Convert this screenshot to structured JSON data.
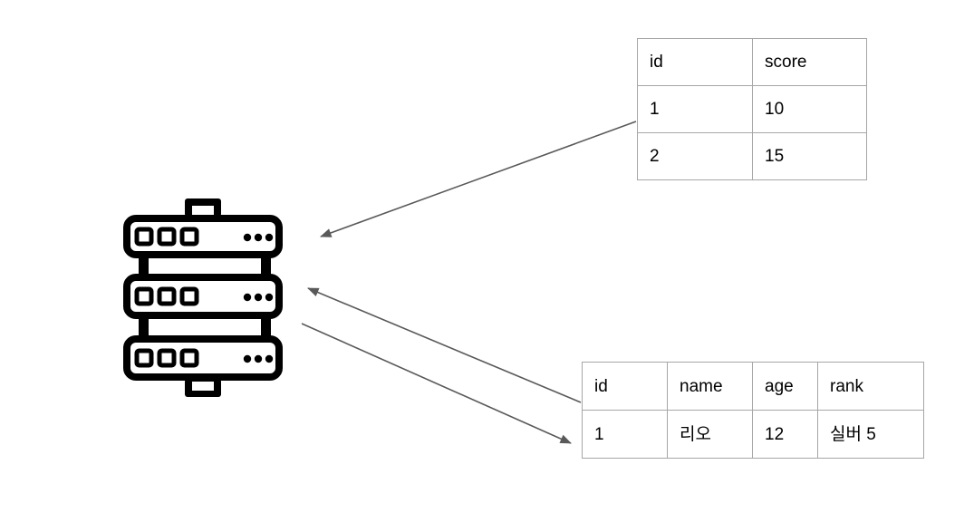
{
  "server_icon": {
    "name": "server-rack-icon",
    "units": 3
  },
  "tables": [
    {
      "name": "score-table",
      "headers": [
        "id",
        "score"
      ],
      "rows": [
        [
          "1",
          "10"
        ],
        [
          "2",
          "15"
        ]
      ]
    },
    {
      "name": "player-table",
      "headers": [
        "id",
        "name",
        "age",
        "rank"
      ],
      "rows": [
        [
          "1",
          "리오",
          "12",
          "실버 5"
        ]
      ]
    }
  ],
  "arrows": [
    {
      "id": "score-table-to-server",
      "direction": "from score-table left edge to server, arrowhead at server"
    },
    {
      "id": "player-table-to-server",
      "direction": "from player-table left edge to server, arrowhead at server"
    },
    {
      "id": "server-to-player-table",
      "direction": "from server to player-table left edge, arrowhead at table"
    }
  ],
  "colors": {
    "arrow": "#595959",
    "table_border": "#a6a6a6",
    "icon": "#000000",
    "text": "#000000",
    "background": "#ffffff"
  }
}
